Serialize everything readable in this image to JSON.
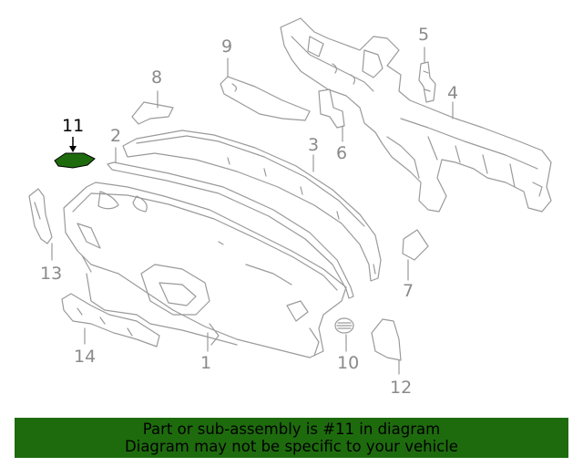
{
  "callouts": {
    "c1": "1",
    "c2": "2",
    "c3": "3",
    "c4": "4",
    "c5": "5",
    "c6": "6",
    "c7": "7",
    "c8": "8",
    "c9": "9",
    "c10": "10",
    "c11": "11",
    "c12": "12",
    "c13": "13",
    "c14": "14"
  },
  "highlighted_part": "11",
  "colors": {
    "line": "#9a9a9a",
    "highlight_fill": "#1e6b0e",
    "banner": "#1e6b0e"
  },
  "banner": {
    "line1": "Part or sub-assembly is #11 in diagram",
    "line2": "Diagram may not be specific to your vehicle"
  }
}
